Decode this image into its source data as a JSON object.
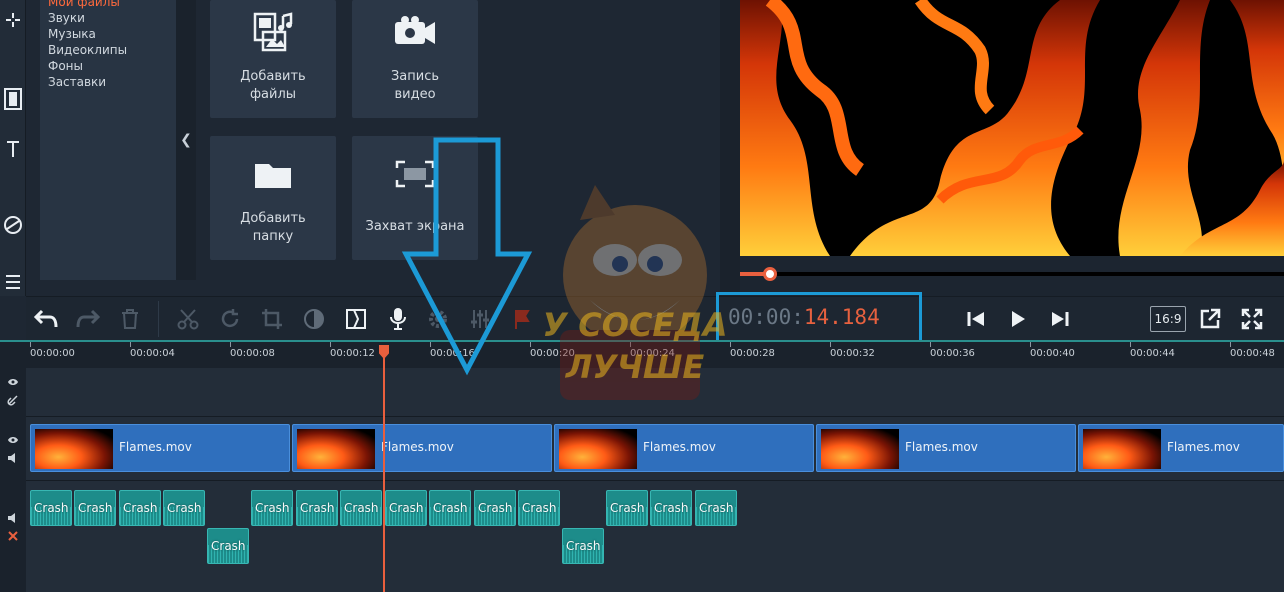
{
  "categories": {
    "items": [
      "Мои файлы",
      "Звуки",
      "Музыка",
      "Видеоклипы",
      "Фоны",
      "Заставки"
    ]
  },
  "tiles": {
    "add_files_line1": "Добавить",
    "add_files_line2": "файлы",
    "record_video_line1": "Запись",
    "record_video_line2": "видео",
    "add_folder_line1": "Добавить",
    "add_folder_line2": "папку",
    "screen_capture": "Захват экрана"
  },
  "preview": {
    "progress_fraction": 0.055
  },
  "timecode": {
    "static_part": "00:00:",
    "active_part": "14.184"
  },
  "toolbar": {
    "aspect_label": "16:9"
  },
  "ruler": {
    "ticks": [
      "00:00:00",
      "00:00:04",
      "00:00:08",
      "00:00:12",
      "00:00:16",
      "00:00:20",
      "00:00:24",
      "00:00:28",
      "00:00:32",
      "00:00:36",
      "00:00:40",
      "00:00:44",
      "00:00:48"
    ]
  },
  "video_clips": [
    "Flames.mov",
    "Flames.mov",
    "Flames.mov",
    "Flames.mov",
    "Flames.mov"
  ],
  "audio_clip_label": "Crash",
  "watermark": {
    "line1": "У СОСЕДА",
    "line2": "ЛУЧШЕ"
  },
  "colors": {
    "accent": "#e9603f",
    "highlight_box": "#1c9ad6",
    "video_clip": "#2f6fbd",
    "audio_clip": "#1d8c8a"
  }
}
